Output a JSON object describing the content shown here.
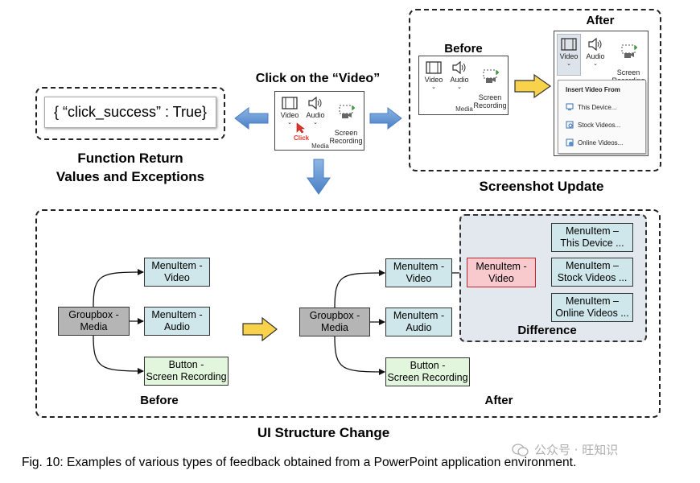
{
  "function_return": {
    "code": "{ “click_success” : True}",
    "caption_line1": "Function Return",
    "caption_line2": "Values and Exceptions"
  },
  "action": {
    "title": "Click on the “Video”",
    "buttons": [
      "Video",
      "Audio",
      "Screen\nRecording"
    ],
    "group_label": "Media",
    "click_label": "Click"
  },
  "screenshot_update": {
    "before_label": "Before",
    "after_label": "After",
    "buttons": [
      "Video",
      "Audio",
      "Screen\nRecording"
    ],
    "group_label": "Media",
    "menu_header": "Insert Video From",
    "menu_items": [
      "This Device...",
      "Stock Videos...",
      "Online Videos..."
    ],
    "caption": "Screenshot Update"
  },
  "ui_structure": {
    "caption": "UI Structure Change",
    "before": {
      "label": "Before",
      "root_l1": "Groupbox -",
      "root_l2": "Media",
      "children": [
        {
          "l1": "MenuItem -",
          "l2": "Video"
        },
        {
          "l1": "MenuItem -",
          "l2": "Audio"
        },
        {
          "l1": "Button  -",
          "l2": "Screen Recording"
        }
      ]
    },
    "after": {
      "label": "After",
      "root_l1": "Groupbox -",
      "root_l2": "Media",
      "children": [
        {
          "l1": "MenuItem -",
          "l2": "Video"
        },
        {
          "l1": "MenuItem -",
          "l2": "Audio"
        },
        {
          "l1": "Button  -",
          "l2": "Screen Recording"
        }
      ],
      "expanded_l1": "MenuItem -",
      "expanded_l2": "Video",
      "difference_label": "Difference",
      "new_items": [
        {
          "l1": "MenuItem  –",
          "l2": "This Device ..."
        },
        {
          "l1": "MenuItem  –",
          "l2": "Stock Videos ..."
        },
        {
          "l1": "MenuItem  –",
          "l2": "Online Videos ..."
        }
      ]
    }
  },
  "figure_caption": "Fig. 10: Examples of various types of feedback obtained from a PowerPoint application environment.",
  "watermark": "公众号 · 旺知识",
  "colors": {
    "blue_arrow": "#5b8fd0",
    "yellow_arrow": "#f7d24a",
    "pink_node": "#f8c9cd",
    "teal_node": "#cfe7ea",
    "green_node": "#e2f6dd",
    "difference_bg": "#e3e7ee",
    "click_red": "#e0352b"
  }
}
